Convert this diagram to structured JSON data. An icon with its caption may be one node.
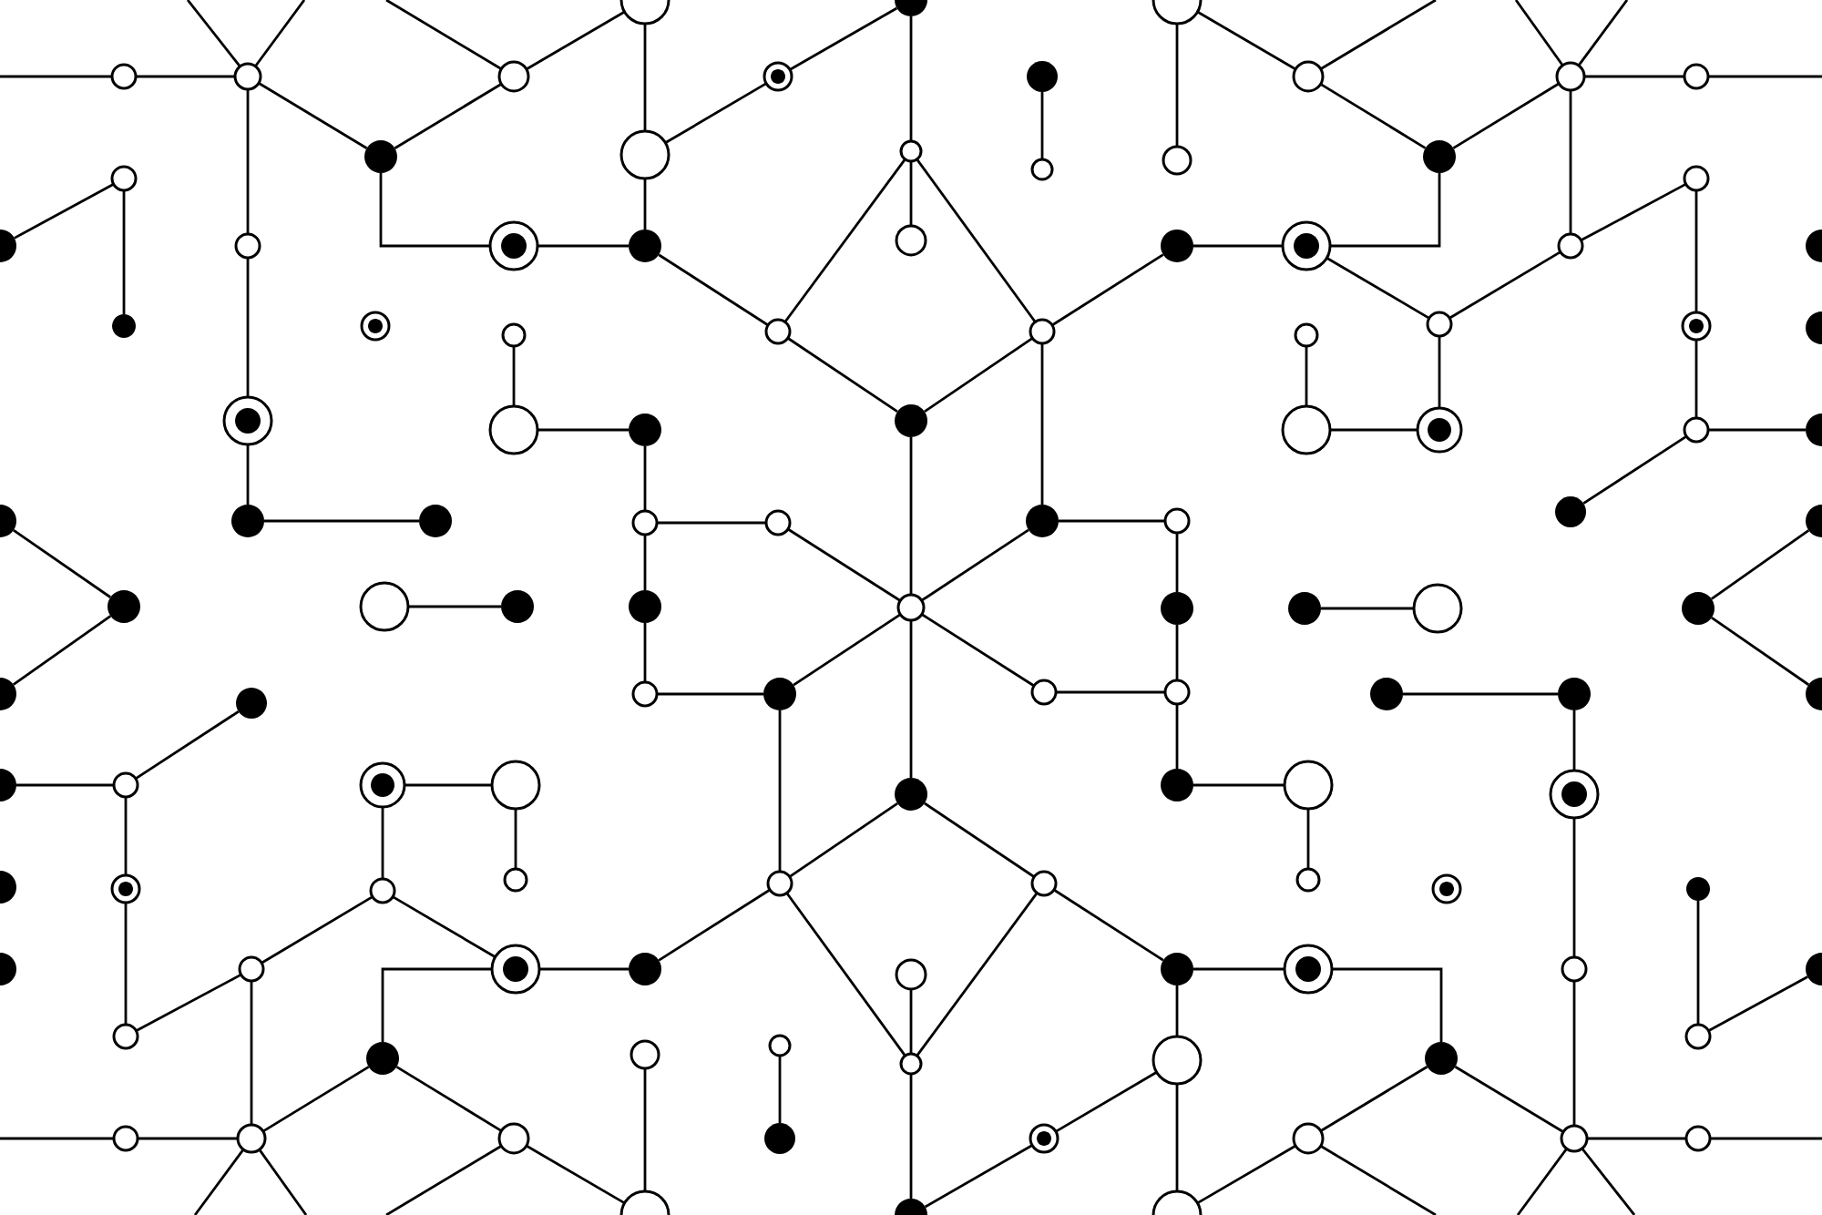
{
  "diagram": {
    "nodes": [
      {
        "text": [],
        "shape": "circle"
      },
      {
        "text": [],
        "shape": "dot"
      },
      {
        "text": [],
        "shape": "circle"
      },
      {
        "text": [],
        "shape": "circle"
      },
      {
        "text": [],
        "shape": "circle"
      },
      {
        "text": [],
        "shape": "circle"
      },
      {
        "text": [],
        "shape": "bullseye"
      },
      {
        "text": [],
        "shape": "dot"
      },
      {
        "text": [],
        "shape": "circle"
      },
      {
        "text": [],
        "shape": "circle"
      },
      {
        "text": [],
        "shape": "circle"
      },
      {
        "text": [],
        "shape": "circle"
      },
      {
        "text": [],
        "shape": "dot"
      },
      {
        "text": [],
        "shape": "circle"
      },
      {
        "text": [],
        "shape": "circle"
      },
      {
        "text": [],
        "shape": "circle"
      },
      {
        "text": [],
        "shape": "circle"
      },
      {
        "text": [],
        "shape": "dot"
      },
      {
        "text": [],
        "shape": "circle"
      },
      {
        "text": [],
        "shape": "dot"
      },
      {
        "text": [],
        "shape": "circle"
      },
      {
        "text": [],
        "shape": "bullseye"
      },
      {
        "text": [],
        "shape": "dot"
      },
      {
        "text": [],
        "shape": "circle"
      },
      {
        "text": [],
        "shape": "dot"
      },
      {
        "text": [],
        "shape": "bullseye"
      },
      {
        "text": [],
        "shape": "circle"
      },
      {
        "text": [],
        "shape": "dot"
      },
      {
        "text": [],
        "shape": "dot"
      },
      {
        "text": [],
        "shape": "bullseye"
      },
      {
        "text": [],
        "shape": "circle"
      },
      {
        "text": [],
        "shape": "circle"
      },
      {
        "text": [],
        "shape": "circle"
      },
      {
        "text": [],
        "shape": "circle"
      },
      {
        "text": [],
        "shape": "circle"
      },
      {
        "text": [],
        "shape": "bullseye"
      },
      {
        "text": [],
        "shape": "dot"
      },
      {
        "text": [],
        "shape": "bullseye"
      },
      {
        "text": [],
        "shape": "circle"
      },
      {
        "text": [],
        "shape": "dot"
      },
      {
        "text": [],
        "shape": "dot"
      },
      {
        "text": [],
        "shape": "circle"
      },
      {
        "text": [],
        "shape": "bullseye"
      },
      {
        "text": [],
        "shape": "circle"
      },
      {
        "text": [],
        "shape": "dot"
      },
      {
        "text": [],
        "shape": "dot"
      },
      {
        "text": [],
        "shape": "dot"
      },
      {
        "text": [],
        "shape": "dot"
      },
      {
        "text": [],
        "shape": "circle"
      },
      {
        "text": [],
        "shape": "circle"
      },
      {
        "text": [],
        "shape": "dot"
      },
      {
        "text": [],
        "shape": "circle"
      },
      {
        "text": [],
        "shape": "dot"
      },
      {
        "text": [],
        "shape": "dot"
      },
      {
        "text": [],
        "shape": "dot"
      },
      {
        "text": [],
        "shape": "circle"
      },
      {
        "text": [],
        "shape": "dot"
      },
      {
        "text": [],
        "shape": "dot"
      },
      {
        "text": [],
        "shape": "circle"
      },
      {
        "text": [],
        "shape": "dot"
      },
      {
        "text": [],
        "shape": "dot"
      },
      {
        "text": [],
        "shape": "circle"
      },
      {
        "text": [],
        "shape": "dot"
      },
      {
        "text": [],
        "shape": "dot"
      },
      {
        "text": [],
        "shape": "dot"
      },
      {
        "text": [],
        "shape": "circle"
      },
      {
        "text": [],
        "shape": "dot"
      },
      {
        "text": [],
        "shape": "circle"
      },
      {
        "text": [],
        "shape": "circle"
      },
      {
        "text": [],
        "shape": "dot"
      },
      {
        "text": [],
        "shape": "dot"
      },
      {
        "text": [],
        "shape": "dot"
      },
      {
        "text": [],
        "shape": "dot"
      },
      {
        "text": [],
        "shape": "circle"
      },
      {
        "text": [],
        "shape": "bullseye"
      },
      {
        "text": [],
        "shape": "circle"
      },
      {
        "text": [],
        "shape": "dot"
      },
      {
        "text": [],
        "shape": "dot"
      },
      {
        "text": [],
        "shape": "circle"
      },
      {
        "text": [],
        "shape": "bullseye"
      },
      {
        "text": [],
        "shape": "dot"
      },
      {
        "text": [],
        "shape": "bullseye"
      },
      {
        "text": [],
        "shape": "circle"
      },
      {
        "text": [],
        "shape": "circle"
      },
      {
        "text": [],
        "shape": "circle"
      },
      {
        "text": [],
        "shape": "circle"
      },
      {
        "text": [],
        "shape": "circle"
      },
      {
        "text": [],
        "shape": "bullseye"
      },
      {
        "text": [],
        "shape": "dot"
      },
      {
        "text": [],
        "shape": "dot"
      },
      {
        "text": [],
        "shape": "circle"
      },
      {
        "text": [],
        "shape": "bullseye"
      },
      {
        "text": [],
        "shape": "dot"
      },
      {
        "text": [],
        "shape": "circle"
      },
      {
        "text": [],
        "shape": "dot"
      },
      {
        "text": [],
        "shape": "bullseye"
      },
      {
        "text": [],
        "shape": "circle"
      },
      {
        "text": [],
        "shape": "dot"
      },
      {
        "text": [],
        "shape": "circle"
      },
      {
        "text": [],
        "shape": "dot"
      },
      {
        "text": [],
        "shape": "circle"
      },
      {
        "text": [],
        "shape": "circle"
      },
      {
        "text": [],
        "shape": "circle"
      },
      {
        "text": [],
        "shape": "circle"
      },
      {
        "text": [],
        "shape": "dot"
      },
      {
        "text": [],
        "shape": "circle"
      },
      {
        "text": [],
        "shape": "circle"
      },
      {
        "text": [],
        "shape": "circle"
      },
      {
        "text": [],
        "shape": "circle"
      },
      {
        "text": [],
        "shape": "dot"
      },
      {
        "text": [],
        "shape": "bullseye"
      },
      {
        "text": [],
        "shape": "circle"
      },
      {
        "text": [],
        "shape": "circle"
      },
      {
        "text": [],
        "shape": "circle"
      },
      {
        "text": [],
        "shape": "circle"
      },
      {
        "text": [],
        "shape": "dot"
      },
      {
        "text": [],
        "shape": "circle"
      }
    ],
    "edges": [
      {
        "from": 3,
        "to": null,
        "arrow": "none"
      },
      {
        "from": 3,
        "to": 4,
        "arrow": "none"
      },
      {
        "from": 4,
        "to": null,
        "arrow": "none"
      },
      {
        "from": 4,
        "to": null,
        "arrow": "none"
      },
      {
        "from": 4,
        "to": 12,
        "arrow": "none"
      },
      {
        "from": 4,
        "to": 20,
        "arrow": "none"
      },
      {
        "from": 20,
        "to": 37,
        "arrow": "none"
      },
      {
        "from": 37,
        "to": 46,
        "arrow": "none"
      },
      {
        "from": 46,
        "to": 47,
        "arrow": "none"
      },
      {
        "from": 5,
        "to": 12,
        "arrow": "none"
      },
      {
        "from": 5,
        "to": null,
        "arrow": "none"
      },
      {
        "from": 5,
        "to": 0,
        "arrow": "none"
      },
      {
        "from": 12,
        "to": 21,
        "arrow": "none"
      },
      {
        "from": 21,
        "to": 22,
        "arrow": "none"
      },
      {
        "from": 11,
        "to": 28,
        "arrow": "none"
      },
      {
        "from": 11,
        "to": 19,
        "arrow": "none"
      },
      {
        "from": 30,
        "to": 38,
        "arrow": "none"
      },
      {
        "from": 38,
        "to": 39,
        "arrow": "none"
      },
      {
        "from": 45,
        "to": 54,
        "arrow": "none"
      },
      {
        "from": 54,
        "to": 63,
        "arrow": "none"
      },
      {
        "from": 55,
        "to": 56,
        "arrow": "none"
      },
      {
        "from": 0,
        "to": 13,
        "arrow": "none"
      },
      {
        "from": 13,
        "to": 22,
        "arrow": "none"
      },
      {
        "from": 13,
        "to": 6,
        "arrow": "none"
      },
      {
        "from": 6,
        "to": 1,
        "arrow": "none"
      },
      {
        "from": 1,
        "to": 14,
        "arrow": "none"
      },
      {
        "from": 14,
        "to": 23,
        "arrow": "none"
      },
      {
        "from": 14,
        "to": 31,
        "arrow": "none"
      },
      {
        "from": 14,
        "to": 32,
        "arrow": "none"
      },
      {
        "from": 31,
        "to": 22,
        "arrow": "none"
      },
      {
        "from": 31,
        "to": 40,
        "arrow": "none"
      },
      {
        "from": 32,
        "to": 40,
        "arrow": "none"
      },
      {
        "from": 32,
        "to": 24,
        "arrow": "none"
      },
      {
        "from": 32,
        "to": 50,
        "arrow": "none"
      },
      {
        "from": 50,
        "to": 51,
        "arrow": "none"
      },
      {
        "from": 51,
        "to": 59,
        "arrow": "none"
      },
      {
        "from": 40,
        "to": 58,
        "arrow": "none"
      },
      {
        "from": 50,
        "to": 58,
        "arrow": "none"
      },
      {
        "from": 49,
        "to": 58,
        "arrow": "none"
      },
      {
        "from": 48,
        "to": 49,
        "arrow": "none"
      },
      {
        "from": 48,
        "to": 39,
        "arrow": "none"
      },
      {
        "from": 48,
        "to": 57,
        "arrow": "none"
      },
      {
        "from": 7,
        "to": 15,
        "arrow": "none"
      },
      {
        "from": 2,
        "to": 16,
        "arrow": "none"
      },
      {
        "from": 2,
        "to": 8,
        "arrow": "none"
      },
      {
        "from": 24,
        "to": 25,
        "arrow": "none"
      },
      {
        "from": 8,
        "to": null,
        "arrow": "none"
      },
      {
        "from": 8,
        "to": 17,
        "arrow": "none"
      },
      {
        "from": 17,
        "to": 9,
        "arrow": "none"
      },
      {
        "from": 17,
        "to": 25,
        "arrow": "none"
      },
      {
        "from": 25,
        "to": 34,
        "arrow": "none"
      },
      {
        "from": 34,
        "to": 42,
        "arrow": "none"
      },
      {
        "from": 42,
        "to": 41,
        "arrow": "none"
      },
      {
        "from": 41,
        "to": 33,
        "arrow": "none"
      },
      {
        "from": 34,
        "to": 26,
        "arrow": "none"
      },
      {
        "from": 26,
        "to": 9,
        "arrow": "none"
      },
      {
        "from": 26,
        "to": 18,
        "arrow": "none"
      },
      {
        "from": 9,
        "to": null,
        "arrow": "none"
      },
      {
        "from": 9,
        "to": null,
        "arrow": "none"
      },
      {
        "from": 9,
        "to": 10,
        "arrow": "none"
      },
      {
        "from": 10,
        "to": null,
        "arrow": "none"
      },
      {
        "from": 18,
        "to": 35,
        "arrow": "none"
      },
      {
        "from": 35,
        "to": 43,
        "arrow": "none"
      },
      {
        "from": 43,
        "to": 44,
        "arrow": "none"
      },
      {
        "from": 43,
        "to": 52,
        "arrow": "none"
      },
      {
        "from": 113,
        "to": null,
        "arrow": "none"
      },
      {
        "from": 113,
        "to": 112,
        "arrow": "none"
      },
      {
        "from": 112,
        "to": null,
        "arrow": "none"
      },
      {
        "from": 112,
        "to": null,
        "arrow": "none"
      },
      {
        "from": 112,
        "to": 104,
        "arrow": "none"
      },
      {
        "from": 112,
        "to": 96,
        "arrow": "none"
      },
      {
        "from": 96,
        "to": 79,
        "arrow": "none"
      },
      {
        "from": 79,
        "to": 70,
        "arrow": "none"
      },
      {
        "from": 70,
        "to": 69,
        "arrow": "none"
      },
      {
        "from": 111,
        "to": 104,
        "arrow": "none"
      },
      {
        "from": 111,
        "to": null,
        "arrow": "none"
      },
      {
        "from": 111,
        "to": 116,
        "arrow": "none"
      },
      {
        "from": 104,
        "to": 95,
        "arrow": "none"
      },
      {
        "from": 95,
        "to": 94,
        "arrow": "none"
      },
      {
        "from": 105,
        "to": 88,
        "arrow": "none"
      },
      {
        "from": 105,
        "to": 97,
        "arrow": "none"
      },
      {
        "from": 86,
        "to": 78,
        "arrow": "none"
      },
      {
        "from": 78,
        "to": 77,
        "arrow": "none"
      },
      {
        "from": 71,
        "to": 62,
        "arrow": "none"
      },
      {
        "from": 62,
        "to": 53,
        "arrow": "none"
      },
      {
        "from": 61,
        "to": 60,
        "arrow": "none"
      },
      {
        "from": 116,
        "to": 103,
        "arrow": "none"
      },
      {
        "from": 103,
        "to": 94,
        "arrow": "none"
      },
      {
        "from": 103,
        "to": 110,
        "arrow": "none"
      },
      {
        "from": 110,
        "to": 115,
        "arrow": "none"
      },
      {
        "from": 115,
        "to": 102,
        "arrow": "none"
      },
      {
        "from": 102,
        "to": 93,
        "arrow": "none"
      },
      {
        "from": 102,
        "to": 85,
        "arrow": "none"
      },
      {
        "from": 102,
        "to": 84,
        "arrow": "none"
      },
      {
        "from": 85,
        "to": 94,
        "arrow": "none"
      },
      {
        "from": 85,
        "to": 76,
        "arrow": "none"
      },
      {
        "from": 84,
        "to": 76,
        "arrow": "none"
      },
      {
        "from": 84,
        "to": 92,
        "arrow": "none"
      },
      {
        "from": 84,
        "to": 66,
        "arrow": "none"
      },
      {
        "from": 66,
        "to": 65,
        "arrow": "none"
      },
      {
        "from": 65,
        "to": 57,
        "arrow": "none"
      },
      {
        "from": 76,
        "to": 58,
        "arrow": "none"
      },
      {
        "from": 66,
        "to": 58,
        "arrow": "none"
      },
      {
        "from": 67,
        "to": 58,
        "arrow": "none"
      },
      {
        "from": 68,
        "to": 67,
        "arrow": "none"
      },
      {
        "from": 68,
        "to": 77,
        "arrow": "none"
      },
      {
        "from": 68,
        "to": 59,
        "arrow": "none"
      },
      {
        "from": 109,
        "to": 101,
        "arrow": "none"
      },
      {
        "from": 114,
        "to": 100,
        "arrow": "none"
      },
      {
        "from": 114,
        "to": 108,
        "arrow": "none"
      },
      {
        "from": 92,
        "to": 91,
        "arrow": "none"
      },
      {
        "from": 108,
        "to": null,
        "arrow": "none"
      },
      {
        "from": 108,
        "to": 99,
        "arrow": "none"
      },
      {
        "from": 99,
        "to": 107,
        "arrow": "none"
      },
      {
        "from": 99,
        "to": 91,
        "arrow": "none"
      },
      {
        "from": 91,
        "to": 82,
        "arrow": "none"
      },
      {
        "from": 82,
        "to": 74,
        "arrow": "none"
      },
      {
        "from": 74,
        "to": 75,
        "arrow": "none"
      },
      {
        "from": 75,
        "to": 83,
        "arrow": "none"
      },
      {
        "from": 82,
        "to": 90,
        "arrow": "none"
      },
      {
        "from": 90,
        "to": 107,
        "arrow": "none"
      },
      {
        "from": 90,
        "to": 98,
        "arrow": "none"
      },
      {
        "from": 107,
        "to": null,
        "arrow": "none"
      },
      {
        "from": 107,
        "to": null,
        "arrow": "none"
      },
      {
        "from": 107,
        "to": 106,
        "arrow": "none"
      },
      {
        "from": 106,
        "to": null,
        "arrow": "none"
      },
      {
        "from": 98,
        "to": 81,
        "arrow": "none"
      },
      {
        "from": 81,
        "to": 73,
        "arrow": "none"
      },
      {
        "from": 73,
        "to": 72,
        "arrow": "none"
      },
      {
        "from": 73,
        "to": 64,
        "arrow": "none"
      }
    ]
  }
}
